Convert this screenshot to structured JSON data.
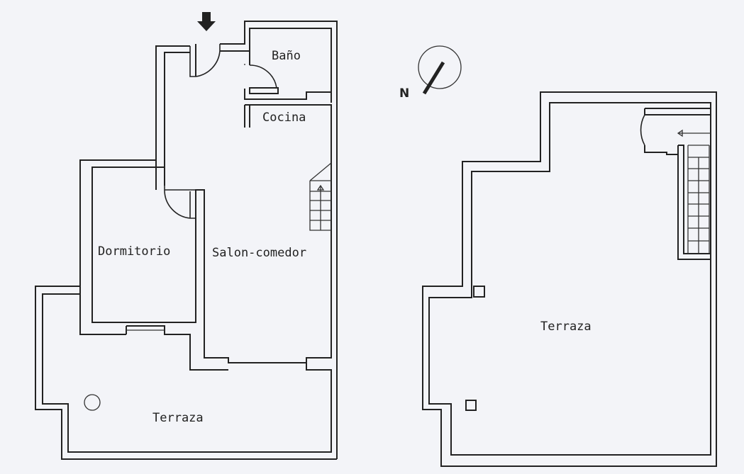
{
  "floor_plan": {
    "rooms": {
      "bano": "Baño",
      "cocina": "Cocina",
      "dormitorio": "Dormitorio",
      "salon": "Salon-comedor",
      "terraza_lower": "Terraza",
      "terraza_upper": "Terraza"
    },
    "compass": {
      "label": "N"
    },
    "entrance": {
      "icon": "down-arrow-icon"
    },
    "colors": {
      "background": "#f3f4f8",
      "lines": "#222222"
    }
  }
}
